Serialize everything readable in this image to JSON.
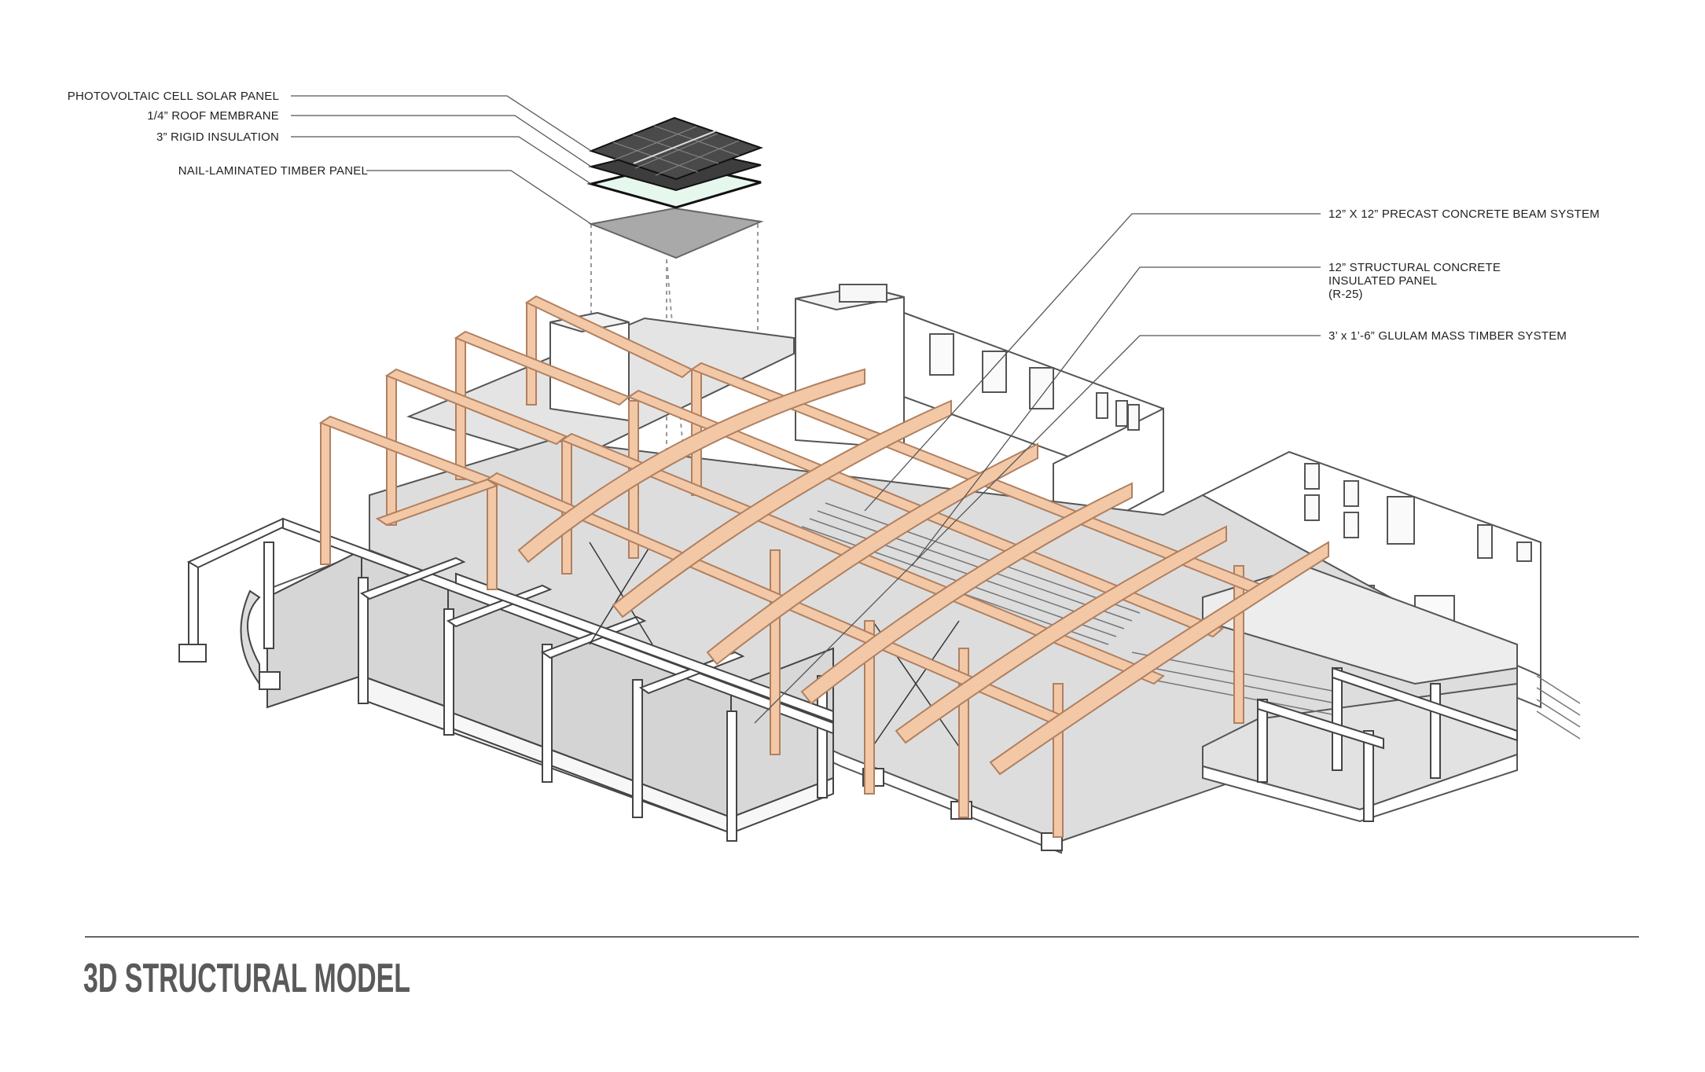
{
  "title": "3D STRUCTURAL MODEL",
  "callouts": {
    "pv_panel": "PHOTOVOLTAIC CELL SOLAR PANEL",
    "roof_membrane": "1/4” ROOF MEMBRANE",
    "rigid_insulation": "3” RIGID INSULATION",
    "nlt_panel": "NAIL-LAMINATED TIMBER PANEL",
    "precast_beam": "12” X 12” PRECAST CONCRETE BEAM SYSTEM",
    "sip_line1": "12” STRUCTURAL CONCRETE",
    "sip_line2": "INSULATED PANEL",
    "sip_line3": "(R-25)",
    "glulam": "3’ x 1’-6” GLULAM MASS TIMBER SYSTEM"
  },
  "colors": {
    "timber": "#f3c8a6",
    "timber_stroke": "#b08060",
    "concrete": "#ffffff",
    "floor": "#e0e0e0",
    "solar_panel": "#4a4a4a",
    "insulation": "#e6f7ee",
    "title": "#5a5a5a"
  }
}
